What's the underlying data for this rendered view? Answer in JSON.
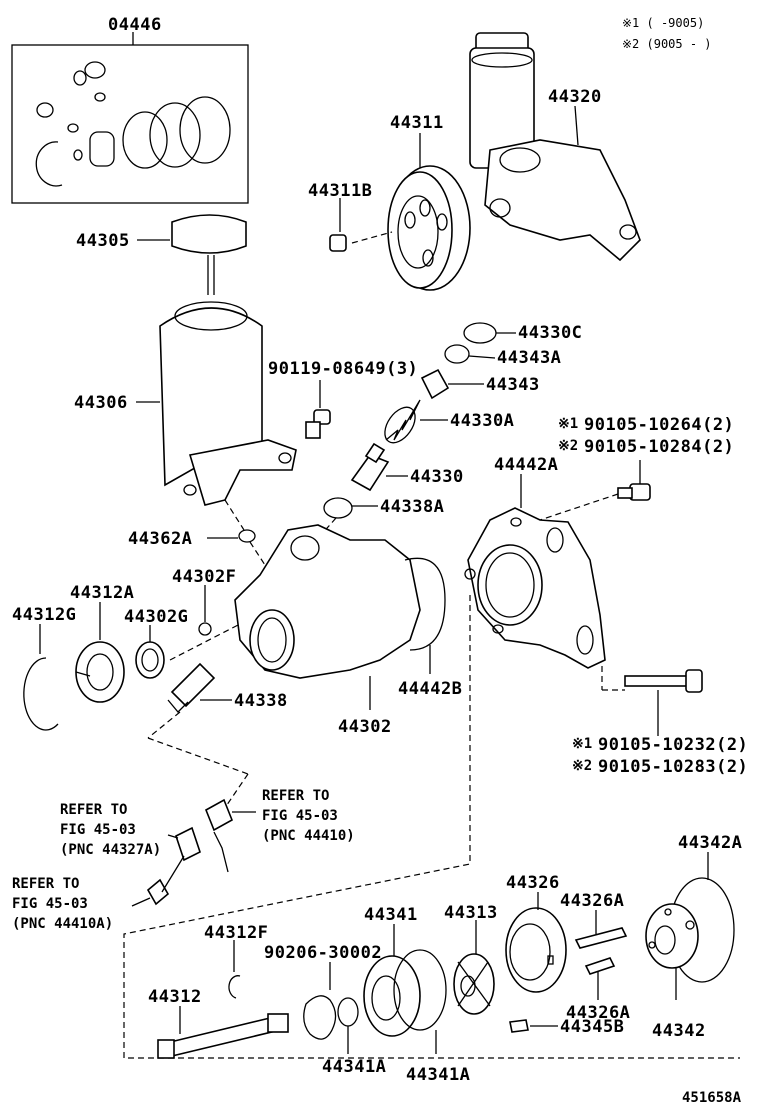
{
  "legend": {
    "line1": "※1 (      -9005)",
    "line2": "※2 (9005 -      )"
  },
  "labels": {
    "p04446": "04446",
    "p44320": "44320",
    "p44311": "44311",
    "p44311B": "44311B",
    "p44305": "44305",
    "p44306": "44306",
    "p44330C": "44330C",
    "p44343A": "44343A",
    "p90119": "90119-08649(3)",
    "p44343": "44343",
    "p44330A": "44330A",
    "p90105_10264": "90105-10264(2)",
    "p90105_10284": "90105-10284(2)",
    "p44330": "44330",
    "p44442A": "44442A",
    "p44338A": "44338A",
    "p44362A": "44362A",
    "p44302F": "44302F",
    "p44312A": "44312A",
    "p44312G": "44312G",
    "p44302G": "44302G",
    "p44338": "44338",
    "p44442B": "44442B",
    "p44302": "44302",
    "p90105_10232": "90105-10232(2)",
    "p90105_10283": "90105-10283(2)",
    "p44342A": "44342A",
    "p44326": "44326",
    "p44326A_top": "44326A",
    "p44341": "44341",
    "p44313": "44313",
    "p44312F": "44312F",
    "p90206": "90206-30002",
    "p44312": "44312",
    "p44326A_bottom": "44326A",
    "p44342": "44342",
    "p44341A_left": "44341A",
    "p44341A_right": "44341A",
    "p44345B": "44345B",
    "mark1": "※1",
    "mark2": "※2",
    "mark1b": "※1",
    "mark2b": "※2"
  },
  "refs": {
    "ref_a_1": "REFER TO",
    "ref_a_2": "FIG 45-03",
    "ref_a_3": "(PNC 44327A)",
    "ref_b_1": "REFER TO",
    "ref_b_2": "FIG 45-03",
    "ref_b_3": "(PNC 44410)",
    "ref_c_1": "REFER TO",
    "ref_c_2": "FIG 45-03",
    "ref_c_3": "(PNC 44410A)"
  },
  "footer": {
    "id": "451658A"
  }
}
